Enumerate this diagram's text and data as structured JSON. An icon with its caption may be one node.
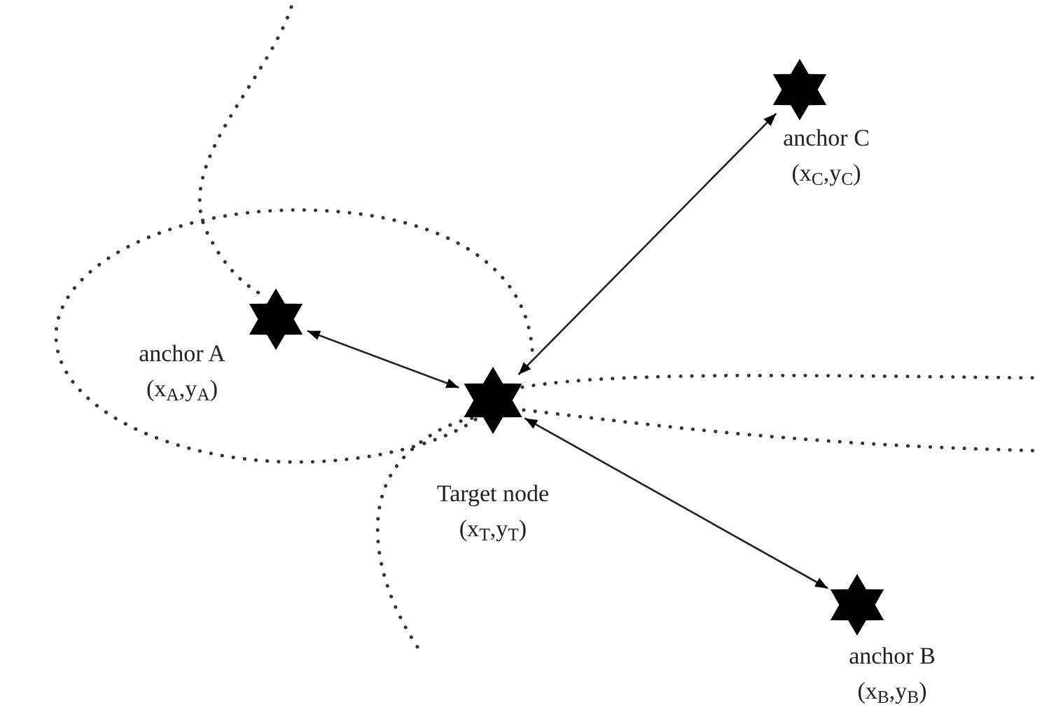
{
  "diagram": {
    "nodes": [
      {
        "text": [],
        "shape": "star",
        "beside": [
          "anchor A",
          "(x$_{A}$,y$_{A}$)"
        ]
      },
      {
        "text": [],
        "shape": "star",
        "beside": [
          "anchor C",
          "(x$_{C}$,y$_{C}$)"
        ]
      },
      {
        "text": [],
        "shape": "star",
        "beside": [
          "Target node",
          "(x$_{T}$,y$_{T}$)"
        ]
      },
      {
        "text": [],
        "shape": "star",
        "beside": [
          "anchor B",
          "(x$_{B}$,y$_{B}$)"
        ]
      }
    ],
    "edges": [
      {
        "from": 2,
        "to": 0,
        "arrow": "both"
      },
      {
        "from": 2,
        "to": 1,
        "arrow": "both"
      },
      {
        "from": 2,
        "to": 3,
        "arrow": "both"
      }
    ]
  }
}
